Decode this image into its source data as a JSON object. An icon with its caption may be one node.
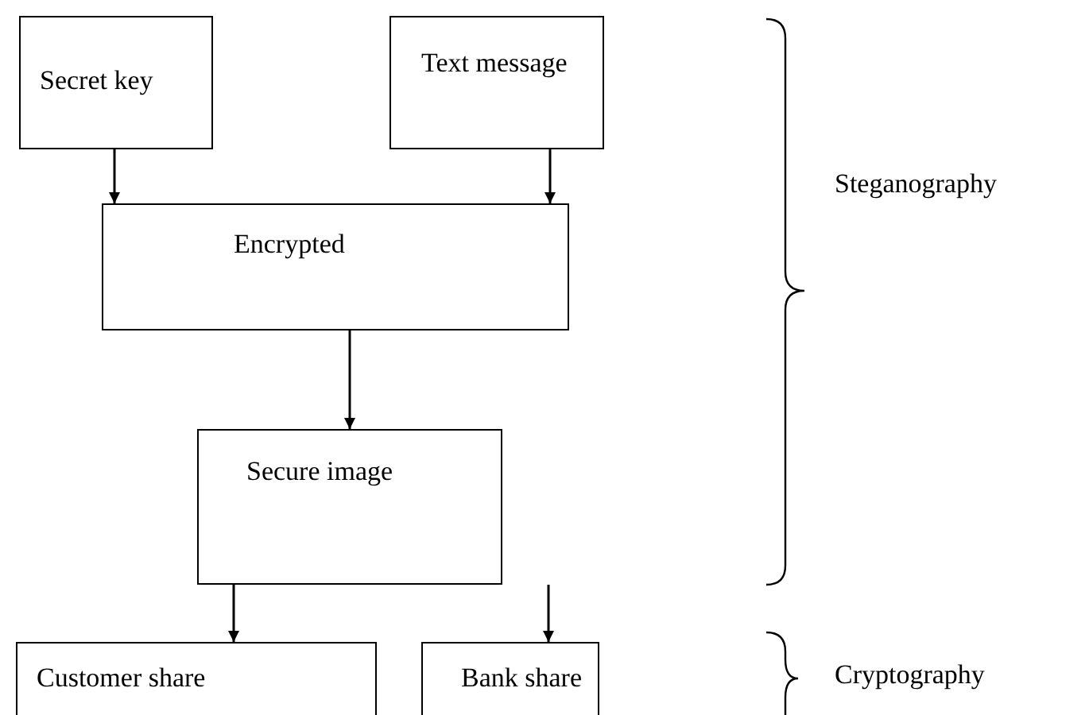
{
  "diagram": {
    "nodes": [
      {
        "text": [
          "Secret key"
        ]
      },
      {
        "text": [
          "Text message"
        ]
      },
      {
        "text": [
          "Encrypted"
        ]
      },
      {
        "text": [
          "Secure image"
        ]
      },
      {
        "text": [
          "Customer share"
        ]
      },
      {
        "text": [
          "Bank share"
        ]
      }
    ],
    "edges": [
      {
        "from": 0,
        "to": 2,
        "arrow": "to"
      },
      {
        "from": 1,
        "to": 2,
        "arrow": "to"
      },
      {
        "from": 2,
        "to": 3,
        "arrow": "to"
      },
      {
        "from": 3,
        "to": 4,
        "arrow": "to"
      },
      {
        "from": 3,
        "to": 5,
        "arrow": "to"
      }
    ],
    "labels": [
      "Steganography",
      "Cryptography"
    ]
  }
}
